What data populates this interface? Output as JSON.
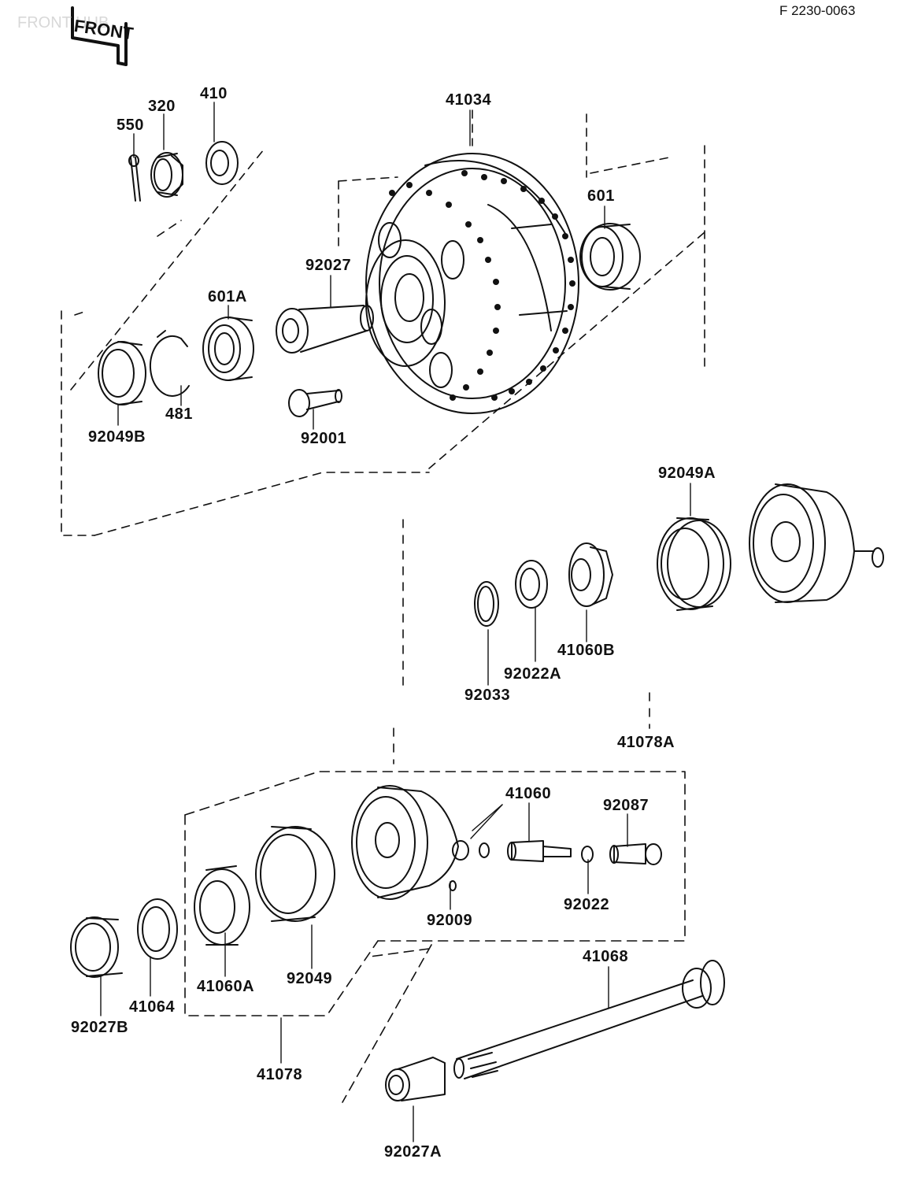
{
  "diagram": {
    "header_code": "F 2230-0063",
    "faint_title": "FRONT HUB",
    "front_arrow_text": "FRONT",
    "colors": {
      "ink": "#111111",
      "paper": "#ffffff",
      "faint": "#d8d8d8"
    },
    "part_labels": {
      "p550": "550",
      "p320": "320",
      "p410": "410",
      "p41034": "41034",
      "p601": "601",
      "p92027": "92027",
      "p601A": "601A",
      "p481": "481",
      "p92049B": "92049B",
      "p92001": "92001",
      "p92049A": "92049A",
      "p41060B": "41060B",
      "p92022A": "92022A",
      "p92033": "92033",
      "p41078A": "41078A",
      "p41060": "41060",
      "p92087": "92087",
      "p92022": "92022",
      "p92009": "92009",
      "p41068": "41068",
      "p92049": "92049",
      "p41060A": "41060A",
      "p41064": "41064",
      "p92027B": "92027B",
      "p41078": "41078",
      "p92027A": "92027A"
    }
  }
}
